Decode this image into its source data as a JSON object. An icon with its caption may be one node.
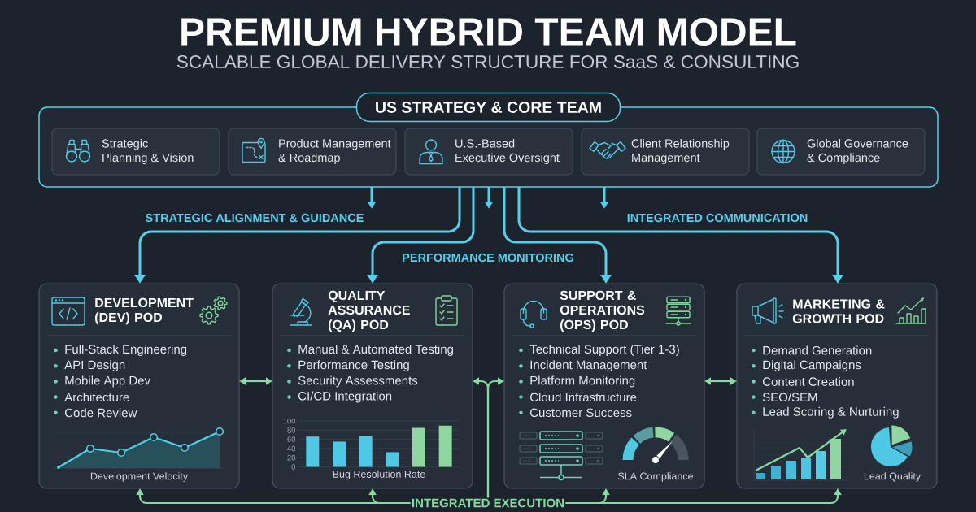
{
  "diagram": {
    "title": "PREMIUM HYBRID TEAM MODEL",
    "nodes": [
      {
        "text": [
          "US STRATEGY & CORE TEAM"
        ]
      },
      {
        "text": [
          "Strategic Planning & Vision"
        ],
        "in": 0
      },
      {
        "text": [
          "Product Management & Roadmap"
        ],
        "in": 0
      },
      {
        "text": [
          "U.S.-Based Executive Oversight"
        ],
        "in": 0
      },
      {
        "text": [
          "Client Relationship Management"
        ],
        "in": 0
      },
      {
        "text": [
          "Global Governance & Compliance"
        ],
        "in": 0
      },
      {
        "text": [
          "DEVELOPMENT (DEV) POD",
          "Full-Stack Engineering",
          "API Design",
          "Mobile App Dev",
          "Architecture",
          "Code Review",
          "Development Velocity"
        ]
      },
      {
        "text": [
          "QUALITY ASSURANCE (QA) POD",
          "Manual & Automated Testing",
          "Performance Testing",
          "Security Assessments",
          "CI/CD Integration"
        ]
      },
      {
        "text": [
          "SUPPORT & OPERATIONS (OPS) POD",
          "Technical Support (Tier 1-3)",
          "Incident Management",
          "Platform Monitoring",
          "Cloud Infrastructure",
          "Customer Success",
          "SLA Compliance"
        ]
      },
      {
        "text": [
          "MARKETING & GROWTH POD",
          "Demand Generation",
          "Digital Campaigns",
          "Content Creation",
          "SEO/SEM",
          "Lead Scoring & Nurturing",
          "Lead Quality"
        ]
      },
      {
        "text": [
          "INTEGRATED EXECUTION"
        ]
      }
    ],
    "edges": [
      {
        "from": 0,
        "to": 6,
        "arrow": "to",
        "label": "STRATEGIC ALIGNMENT & GUIDANCE",
        "color": "#55cfea"
      },
      {
        "from": 0,
        "to": 7,
        "arrow": "to",
        "label": "PERFORMANCE MONITORING",
        "color": "#55cfea"
      },
      {
        "from": 0,
        "to": 8,
        "arrow": "to",
        "color": "#55cfea"
      },
      {
        "from": 0,
        "to": 9,
        "arrow": "to",
        "label": "INTEGRATED COMMUNICATION",
        "color": "#55cfea"
      },
      {
        "from": 0,
        "to": null,
        "arrow": "to",
        "color": "#55cfea"
      },
      {
        "from": 0,
        "to": null,
        "arrow": "to",
        "color": "#55cfea"
      },
      {
        "from": 0,
        "to": null,
        "arrow": "to",
        "color": "#55cfea"
      },
      {
        "from": 6,
        "to": 7,
        "arrow": "both"
      },
      {
        "from": 8,
        "to": 9,
        "arrow": "both"
      },
      {
        "from": 10,
        "to": 6,
        "arrow": "to"
      },
      {
        "from": 10,
        "to": 7,
        "arrow": "to"
      },
      {
        "from": 10,
        "to": 7,
        "arrow": "to"
      },
      {
        "from": 10,
        "to": 8,
        "arrow": "to"
      },
      {
        "from": 10,
        "to": 8,
        "arrow": "to"
      },
      {
        "from": 10,
        "to": 9,
        "arrow": "to"
      }
    ],
    "labels": [
      "SCALABLE GLOBAL DELIVERY STRUCTURE FOR SaaS & CONSULTING"
    ],
    "chart_data": {
      "type": "bar",
      "title": "Bug Resolution Rate",
      "categories": [
        null,
        null,
        null,
        null,
        null,
        null
      ],
      "series": [
        {
          "color": "#4fc8e6",
          "values": [
            66,
            55,
            67,
            32,
            null,
            null
          ]
        },
        {
          "color": "#8fd6a0",
          "values": [
            null,
            null,
            null,
            null,
            85,
            90
          ]
        }
      ],
      "ylim": [
        0,
        100
      ],
      "yticks": [
        0,
        20,
        40,
        60,
        80,
        100
      ],
      "grid": true
    }
  }
}
